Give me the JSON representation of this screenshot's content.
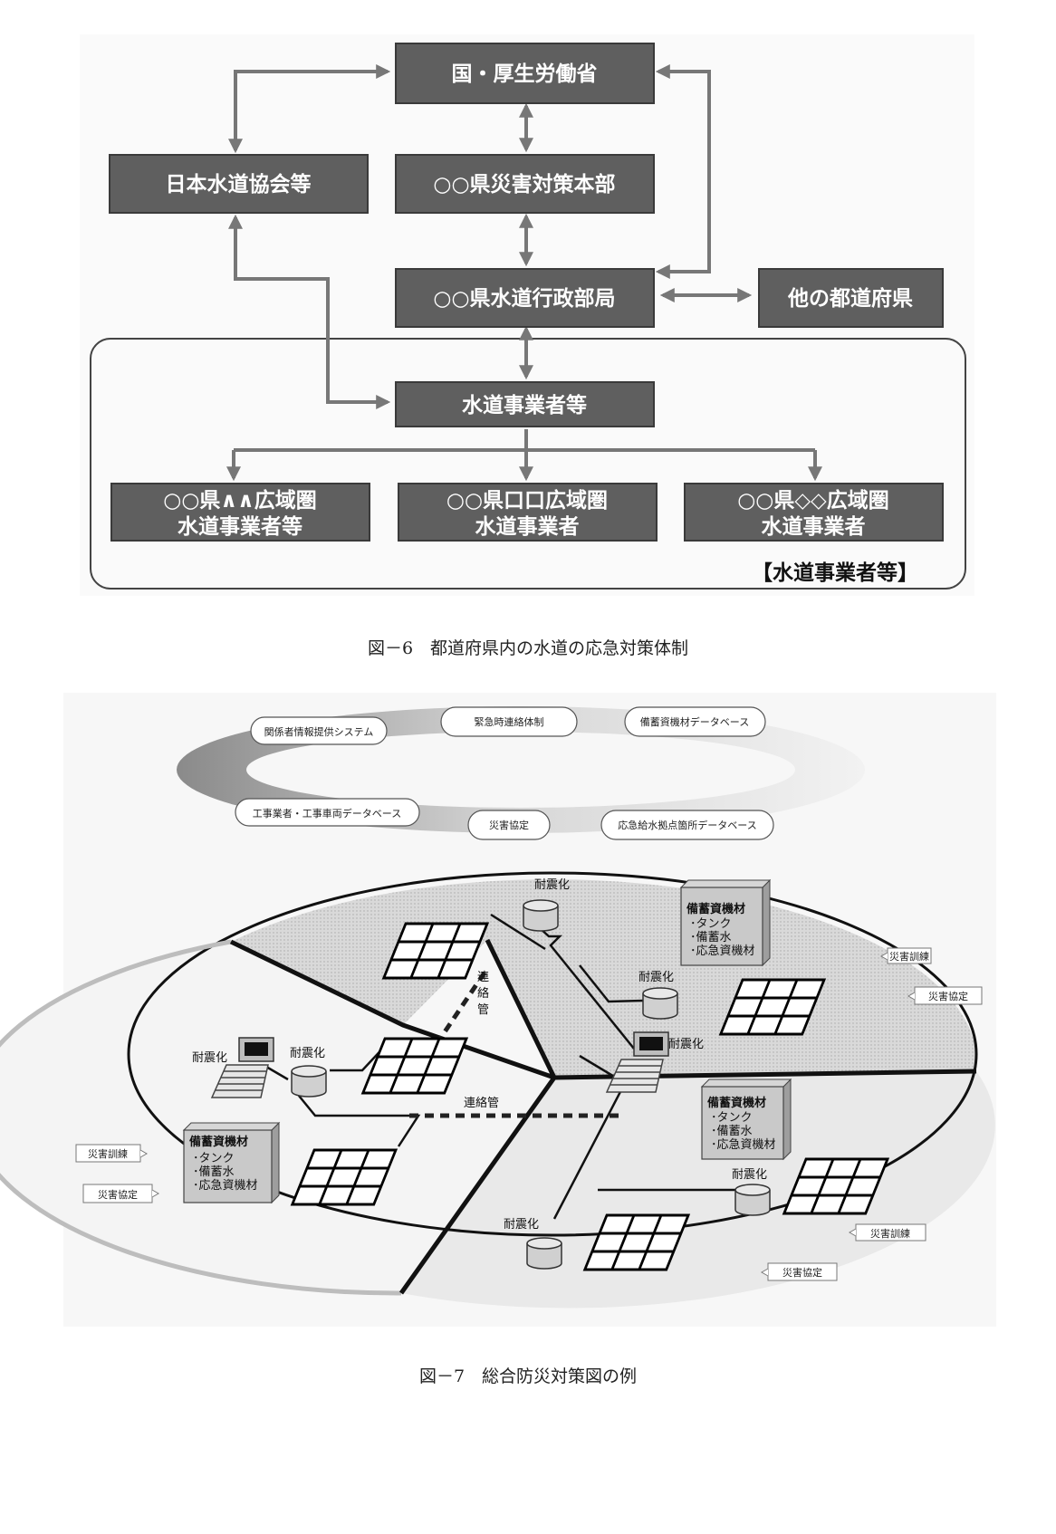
{
  "figure6": {
    "caption": "図－6　都道府県内の水道の応急対策体制",
    "boxes": {
      "ministry": "国・厚生労働省",
      "association": "日本水道協会等",
      "hq": "○○県災害対策本部",
      "admin": "○○県水道行政部局",
      "other_pref": "他の都道府県",
      "utility": "水道事業者等",
      "region_a_1": "○○県∧∧広域圏",
      "region_a_2": "水道事業者等",
      "region_b_1": "○○県口口広域圏",
      "region_b_2": "水道事業者",
      "region_c_1": "○○県◇◇広域圏",
      "region_c_2": "水道事業者"
    },
    "group_label": "【水道事業者等】"
  },
  "figure7": {
    "caption": "図－7　総合防災対策図の例",
    "ring_items": {
      "top_left": "関係者情報提供システム",
      "top_center": "緊急時連絡体制",
      "top_right": "備蓄資機材データベース",
      "bottom_left": "工事業者・工事車両データベース",
      "bottom_center": "災害協定",
      "bottom_right": "応急給水拠点箇所データベース"
    },
    "labels": {
      "seismic": "耐震化",
      "connecting_pipe": "連絡管",
      "pipe_char_1": "連",
      "pipe_char_2": "絡",
      "pipe_char_3": "管",
      "drill": "災害訓練",
      "agreement": "災害協定"
    },
    "inventory": {
      "title": "備蓄資機材",
      "item_1": "･タンク",
      "item_2": "･備蓄水",
      "item_3": "･応急資機材"
    }
  }
}
